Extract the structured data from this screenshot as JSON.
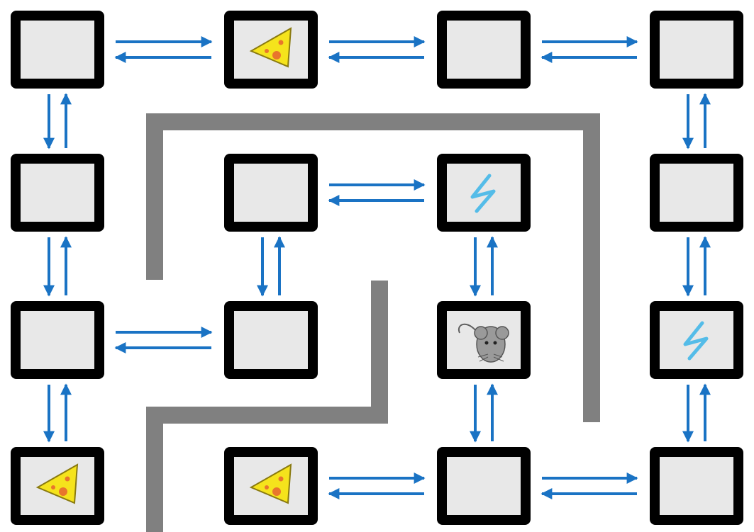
{
  "diagram": {
    "colors": {
      "background": "#ffffff",
      "cell_border": "#000000",
      "cell_fill": "#e8e8e8",
      "wall": "#808080",
      "arrow": "#1a73c4",
      "cheese": "#f5e31c",
      "cheese_hole": "#e8762c",
      "lightning": "#39b4e8",
      "mouse": "#9a9a9a"
    },
    "cells": [
      {
        "id": "r0c0",
        "row": 0,
        "col": 0,
        "item": "empty"
      },
      {
        "id": "r0c1",
        "row": 0,
        "col": 1,
        "item": "cheese-icon"
      },
      {
        "id": "r0c2",
        "row": 0,
        "col": 2,
        "item": "empty"
      },
      {
        "id": "r0c3",
        "row": 0,
        "col": 3,
        "item": "empty"
      },
      {
        "id": "r1c0",
        "row": 1,
        "col": 0,
        "item": "empty"
      },
      {
        "id": "r1c1",
        "row": 1,
        "col": 1,
        "item": "empty"
      },
      {
        "id": "r1c2",
        "row": 1,
        "col": 2,
        "item": "lightning-icon"
      },
      {
        "id": "r1c3",
        "row": 1,
        "col": 3,
        "item": "empty"
      },
      {
        "id": "r2c0",
        "row": 2,
        "col": 0,
        "item": "empty"
      },
      {
        "id": "r2c1",
        "row": 2,
        "col": 1,
        "item": "empty"
      },
      {
        "id": "r2c2",
        "row": 2,
        "col": 2,
        "item": "mouse-icon"
      },
      {
        "id": "r2c3",
        "row": 2,
        "col": 3,
        "item": "lightning-icon"
      },
      {
        "id": "r3c0",
        "row": 3,
        "col": 0,
        "item": "cheese-icon"
      },
      {
        "id": "r3c1",
        "row": 3,
        "col": 1,
        "item": "cheese-icon"
      },
      {
        "id": "r3c2",
        "row": 3,
        "col": 2,
        "item": "empty"
      },
      {
        "id": "r3c3",
        "row": 3,
        "col": 3,
        "item": "empty"
      }
    ],
    "connections": [
      {
        "from": "r0c0",
        "to": "r0c1"
      },
      {
        "from": "r0c1",
        "to": "r0c2"
      },
      {
        "from": "r0c2",
        "to": "r0c3"
      },
      {
        "from": "r0c0",
        "to": "r1c0"
      },
      {
        "from": "r0c3",
        "to": "r1c3"
      },
      {
        "from": "r1c1",
        "to": "r1c2"
      },
      {
        "from": "r1c0",
        "to": "r2c0"
      },
      {
        "from": "r1c1",
        "to": "r2c1"
      },
      {
        "from": "r1c2",
        "to": "r2c2"
      },
      {
        "from": "r1c3",
        "to": "r2c3"
      },
      {
        "from": "r2c0",
        "to": "r2c1"
      },
      {
        "from": "r2c0",
        "to": "r3c0"
      },
      {
        "from": "r2c2",
        "to": "r3c2"
      },
      {
        "from": "r2c3",
        "to": "r3c3"
      },
      {
        "from": "r3c1",
        "to": "r3c2"
      },
      {
        "from": "r3c2",
        "to": "r3c3"
      }
    ]
  }
}
